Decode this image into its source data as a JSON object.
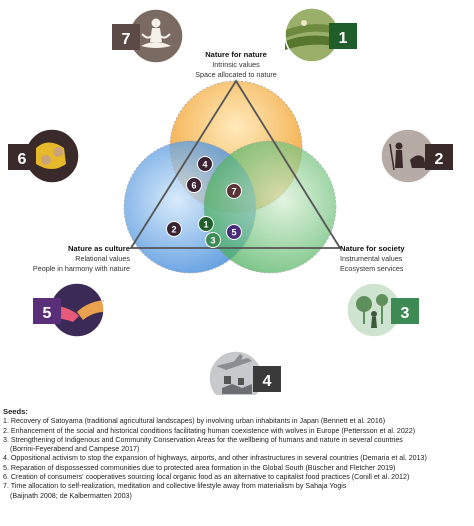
{
  "dimensions": {
    "nature_for_nature": {
      "title": "Nature for nature",
      "lines": [
        "Intrinsic values",
        "Space allocated to nature"
      ],
      "color": "#f2a43a"
    },
    "nature_as_culture": {
      "title": "Nature as culture",
      "lines": [
        "Relational values",
        "People in harmony with nature"
      ],
      "color": "#3f8fdc"
    },
    "nature_for_society": {
      "title": "Nature for society",
      "lines": [
        "Instrumental values",
        "Ecosystem services"
      ],
      "color": "#52b863"
    }
  },
  "markers": [
    {
      "id": "1",
      "color": "#1f5e2a"
    },
    {
      "id": "2",
      "color": "#3a2233"
    },
    {
      "id": "3",
      "color": "#3d8a55"
    },
    {
      "id": "4",
      "color": "#3a2233"
    },
    {
      "id": "5",
      "color": "#4a2c7a"
    },
    {
      "id": "6",
      "color": "#3a2233"
    },
    {
      "id": "7",
      "color": "#5a3535"
    }
  ],
  "icons": [
    {
      "id": "7",
      "name": "meditation-icon",
      "badge_color": "#5c4a46"
    },
    {
      "id": "1",
      "name": "rice-terrace-icon",
      "badge_color": "#1f5e2a"
    },
    {
      "id": "6",
      "name": "cooperative-food-icon",
      "badge_color": "#3a2a2a"
    },
    {
      "id": "2",
      "name": "wolf-and-herder-icon",
      "badge_color": "#3a2a2a"
    },
    {
      "id": "5",
      "name": "handshake-icon",
      "badge_color": "#5a2f7a"
    },
    {
      "id": "3",
      "name": "forest-community-icon",
      "badge_color": "#3d8a55"
    },
    {
      "id": "4",
      "name": "protest-airport-icon",
      "badge_color": "#3a3a3a"
    }
  ],
  "seeds": {
    "title": "Seeds:",
    "items": [
      [
        "1. Recovery of Satoyama (traditional agricultural landscapes) by involving urban inhabitants in Japan (Bennett et al. 2016)"
      ],
      [
        "2. Enhancement of the social and historical conditions facilitating human coexistence with wolves in Europe (Pettersson et al. 2022)"
      ],
      [
        "3. Strengthening of Indigenous and Community Conservation Areas for the wellbeing of humans and nature in several countries",
        "(Borrini-Feyerabend and Campese 2017)"
      ],
      [
        "4. Oppositional activism to stop the expansion of highways, airports, and other infrastructures in several countries (Demaria et al. 2013)"
      ],
      [
        "5. Reparation of dispossessed communities due to protected area formation in the Global South (Büscher and Fletcher 2019)"
      ],
      [
        "6. Creation of consumers' cooperatives sourcing local organic food as an alternative to capitalist food practices (Conill et al. 2012)"
      ],
      [
        "7. Time allocation to self-realization, meditation and collective lifestyle away from materialism by Sahaja Yogis",
        "(Baijnath 2008; de Kalbermatten 2003)"
      ]
    ]
  }
}
